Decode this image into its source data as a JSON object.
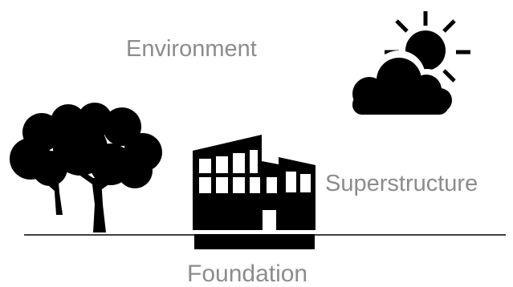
{
  "labels": {
    "environment": "Environment",
    "superstructure": "Superstructure",
    "foundation": "Foundation"
  },
  "colors": {
    "label_text": "#8c8c8c",
    "icon_fill": "#000000",
    "ground_line": "#000000",
    "background": "#ffffff"
  },
  "icons": {
    "weather": "sun-behind-cloud-icon",
    "tree": "tree-icon",
    "building": "building-icon"
  }
}
